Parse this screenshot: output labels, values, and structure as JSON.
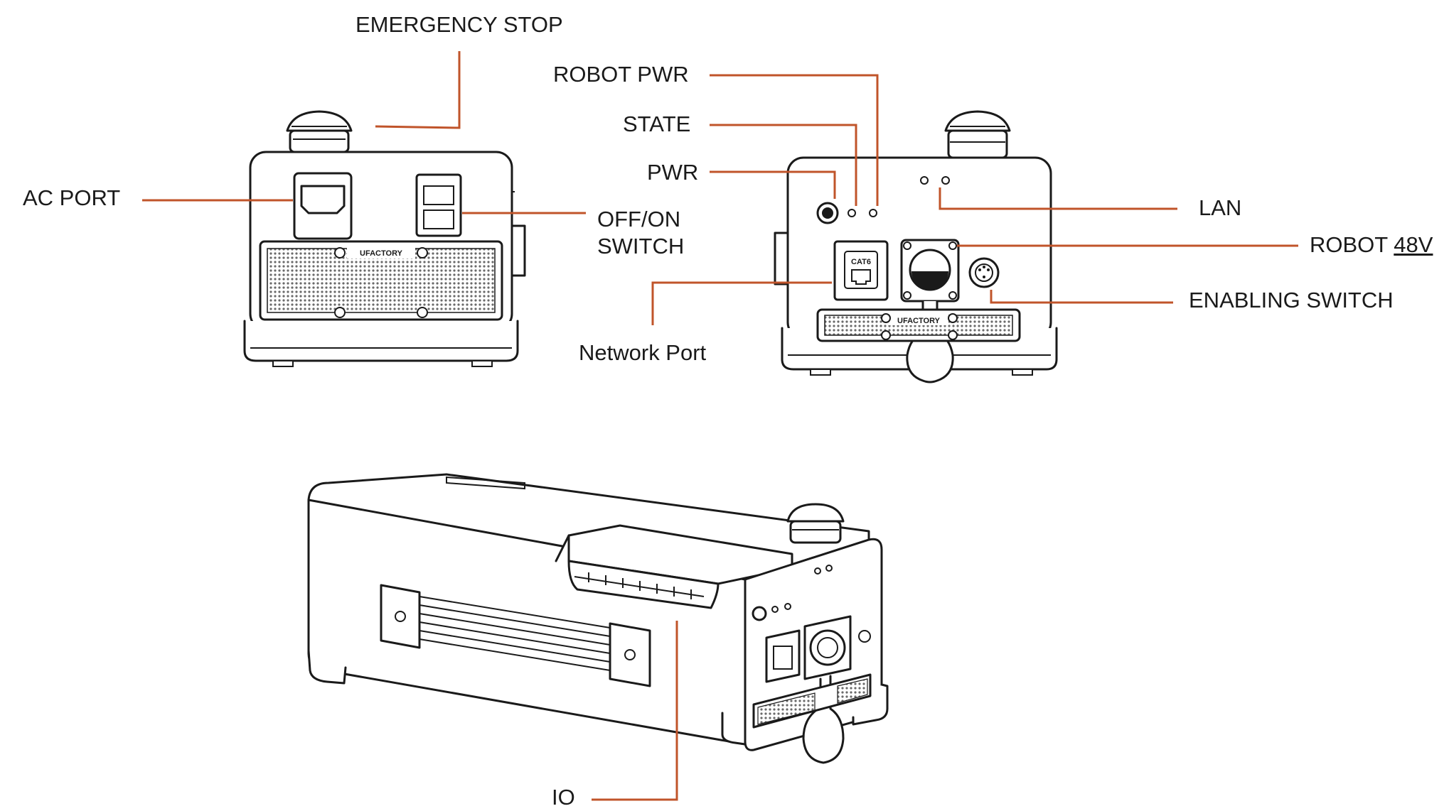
{
  "labels": {
    "emergency_stop": "EMERGENCY STOP",
    "ac_port": "AC PORT",
    "off_on_switch_line1": "OFF/ON",
    "off_on_switch_line2": "SWITCH",
    "robot_pwr": "ROBOT PWR",
    "state": "STATE",
    "pwr": "PWR",
    "lan": "LAN",
    "robot_48v_prefix": "ROBOT ",
    "robot_48v_value": "48V",
    "enabling_switch": "ENABLING SWITCH",
    "network_port": "Network Port",
    "io": "IO"
  },
  "device_text": {
    "brand": "UFACTORY",
    "cat6": "CAT6"
  },
  "colors": {
    "leader_line": "#c0542a",
    "outline": "#1a1a1a",
    "mesh": "#9a9a9a",
    "background": "#ffffff"
  }
}
